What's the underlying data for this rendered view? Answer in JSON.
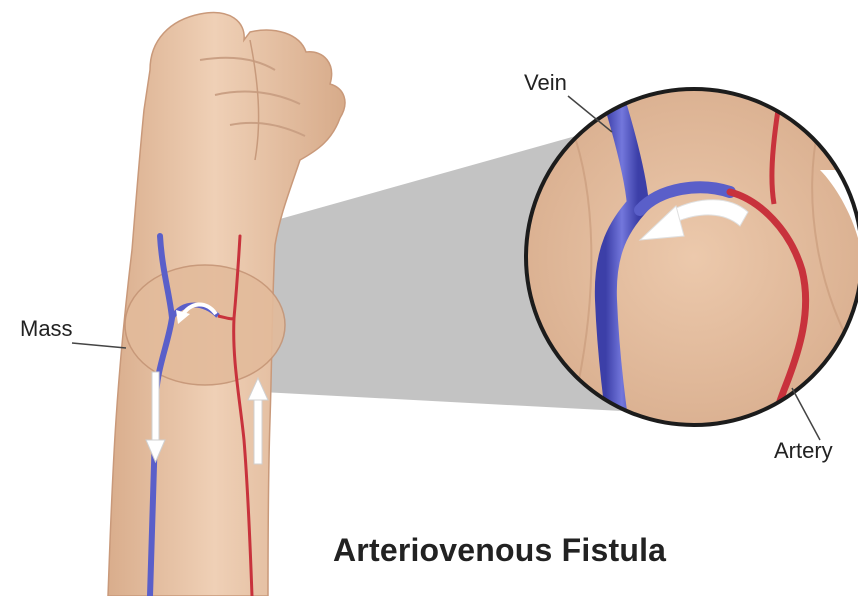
{
  "labels": {
    "mass": "Mass",
    "vein": "Vein",
    "artery": "Artery"
  },
  "title": "Arteriovenous Fistula",
  "colors": {
    "skin": "#e9c6a9",
    "skin_shadow": "#cfa283",
    "vein": "#5a5fc9",
    "artery": "#c8323c",
    "magnifier_cone": "#b9b9b9",
    "flow_arrow": "#ffffff"
  }
}
